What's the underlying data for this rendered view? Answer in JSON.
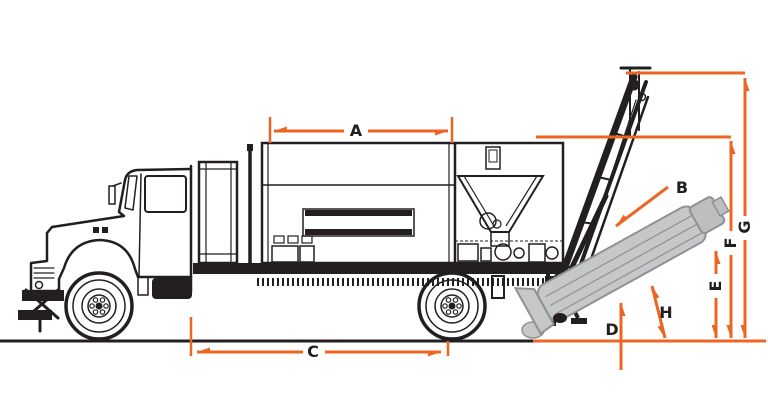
{
  "diagram": {
    "subject": "Volumetric mixer truck side-view dimension diagram",
    "colors": {
      "dimension_accent": "#ED6423",
      "line_art": "#231F20",
      "auger_fill": "#C6C7C8",
      "auger_outline": "#8F9194",
      "background": "#FFFFFF"
    },
    "labels": {
      "a": "A",
      "b": "B",
      "c": "C",
      "d": "D",
      "e": "E",
      "f": "F",
      "g": "G",
      "h": "H"
    }
  }
}
